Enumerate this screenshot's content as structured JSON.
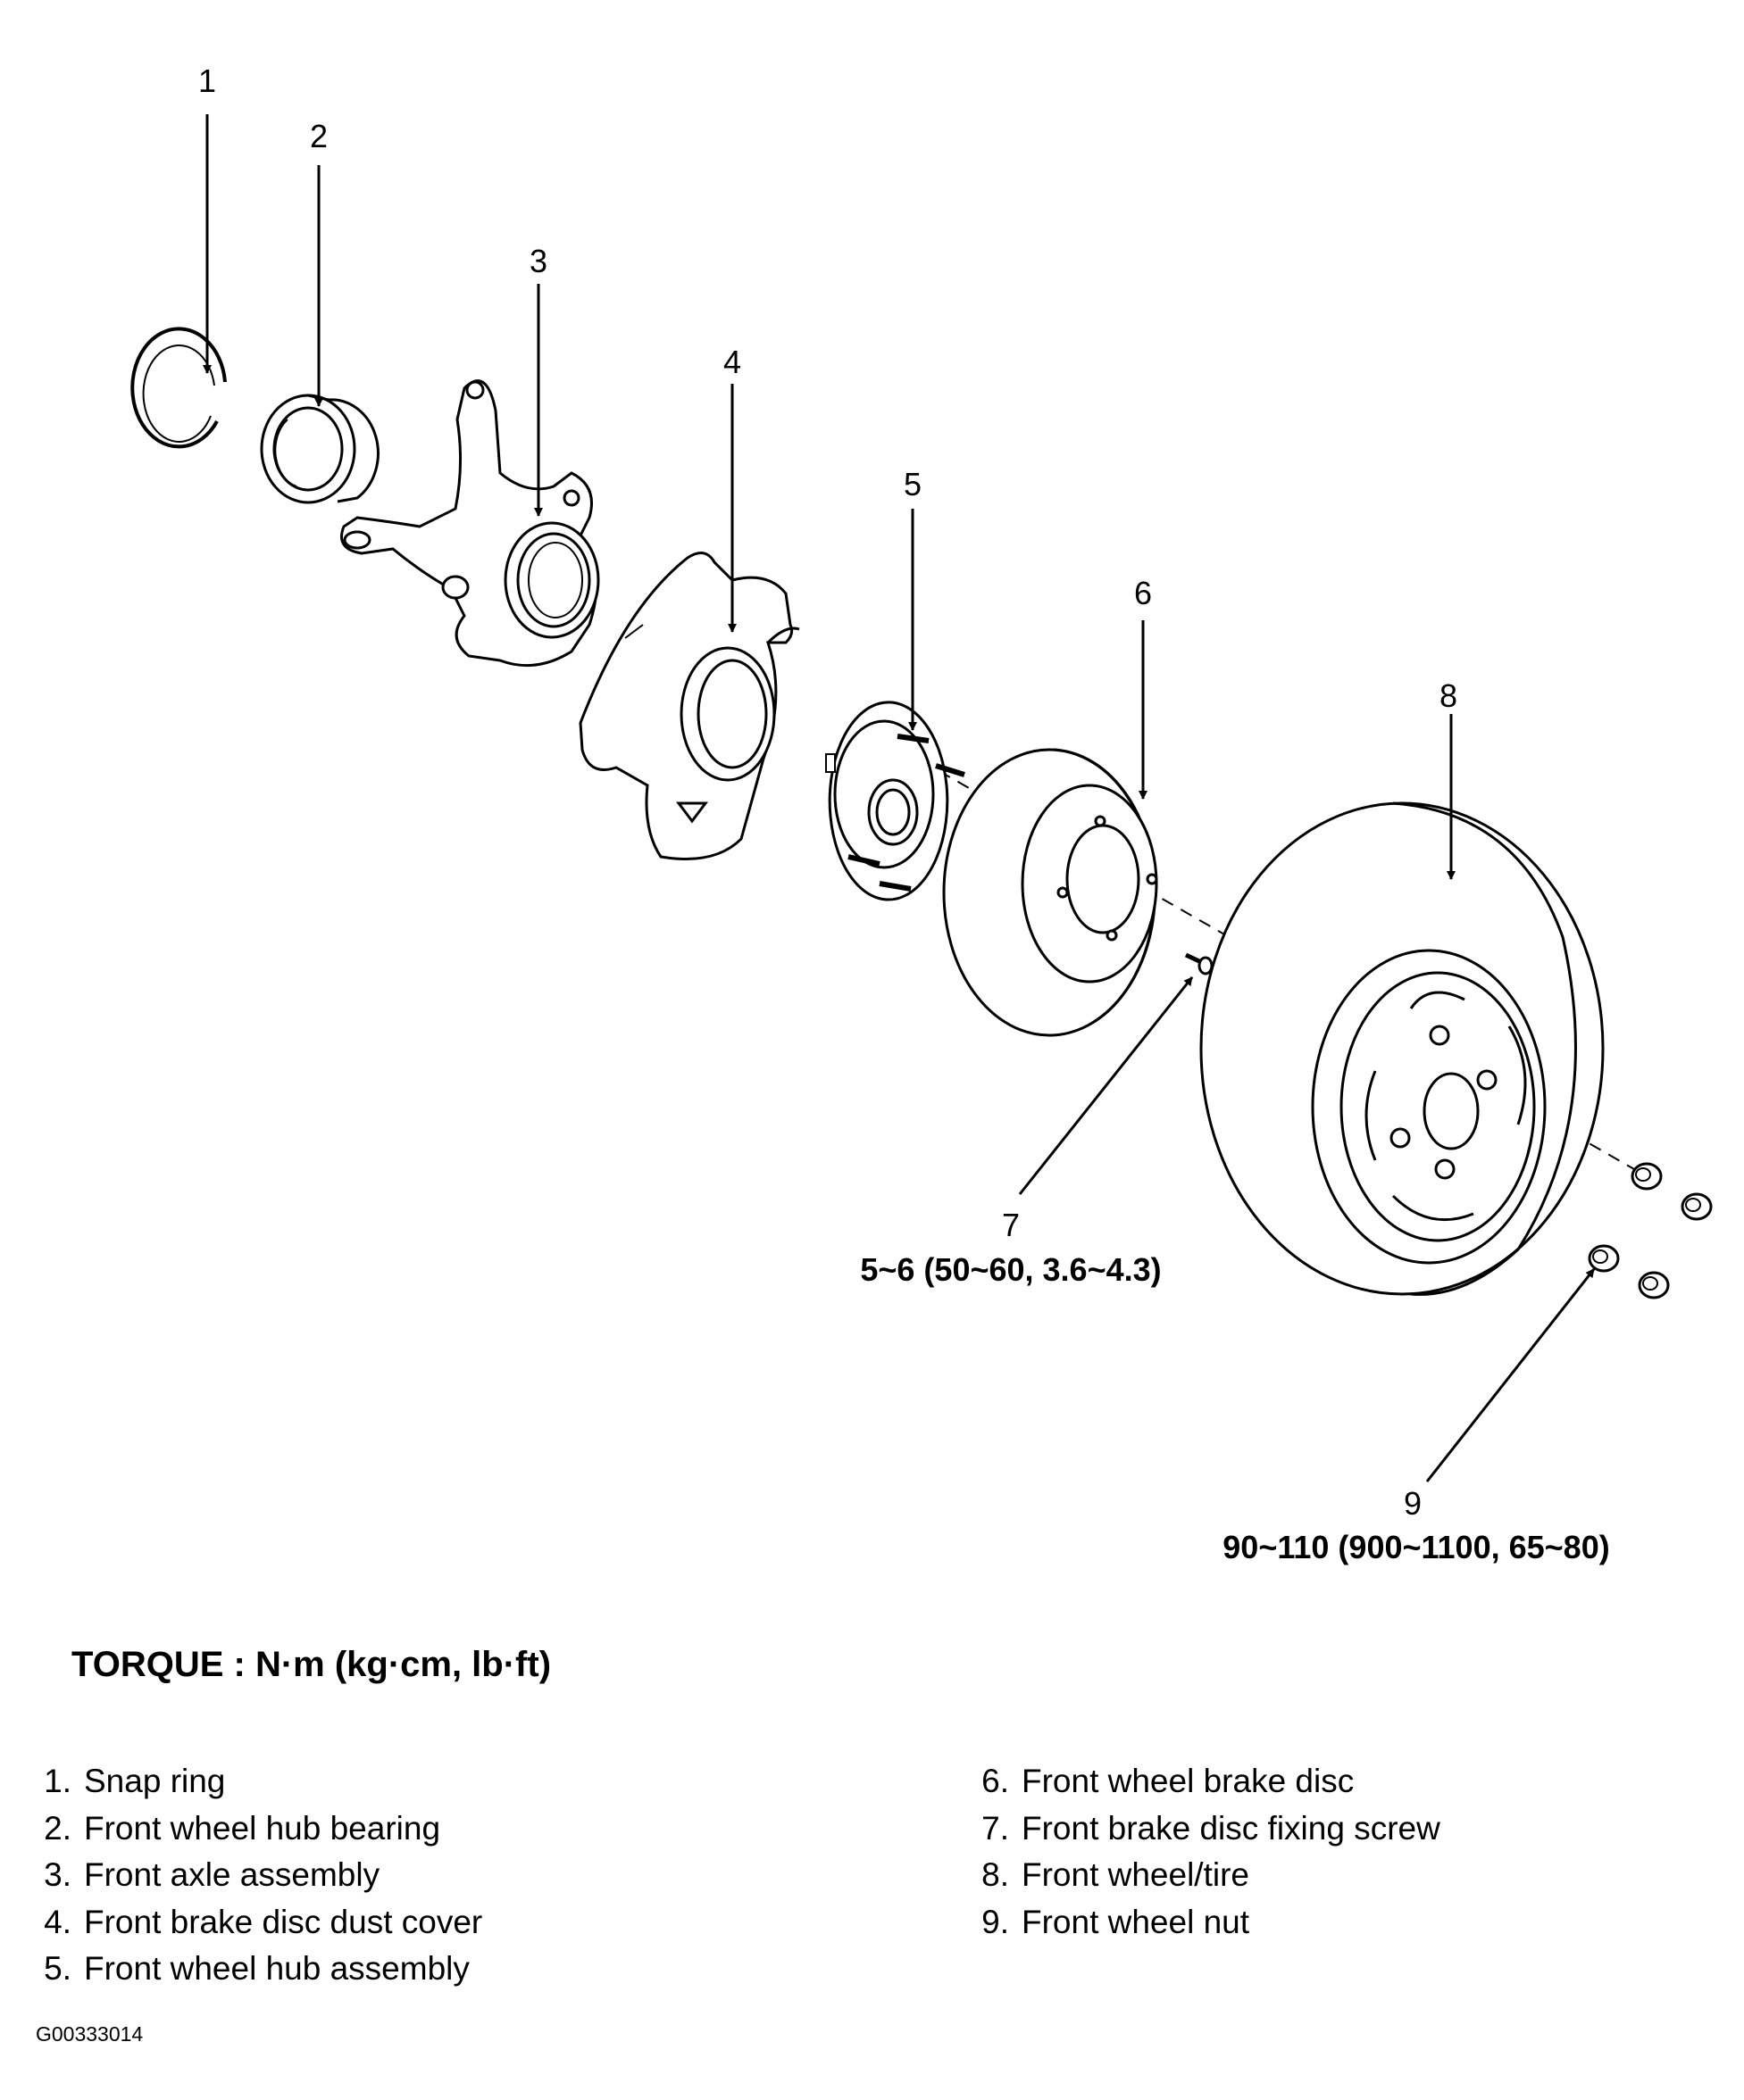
{
  "callouts": {
    "c1": "1",
    "c2": "2",
    "c3": "3",
    "c4": "4",
    "c5": "5",
    "c6": "6",
    "c7": "7",
    "c8": "8",
    "c9": "9"
  },
  "torque_values": {
    "fixing_screw": "5~6 (50~60, 3.6~4.3)",
    "wheel_nut": "90~110 (900~1100, 65~80)"
  },
  "torque_title": "TORQUE : N·m (kg·cm, lb·ft)",
  "legend": {
    "left": [
      {
        "num": "1.",
        "label": "Snap ring"
      },
      {
        "num": "2.",
        "label": "Front wheel hub bearing"
      },
      {
        "num": "3.",
        "label": "Front axle assembly"
      },
      {
        "num": "4.",
        "label": "Front brake disc dust cover"
      },
      {
        "num": "5.",
        "label": "Front wheel hub assembly"
      }
    ],
    "right": [
      {
        "num": "6.",
        "label": "Front wheel brake disc"
      },
      {
        "num": "7.",
        "label": "Front brake disc fixing screw"
      },
      {
        "num": "8.",
        "label": "Front wheel/tire"
      },
      {
        "num": "9.",
        "label": "Front wheel nut"
      }
    ]
  },
  "figure_id": "G00333014"
}
